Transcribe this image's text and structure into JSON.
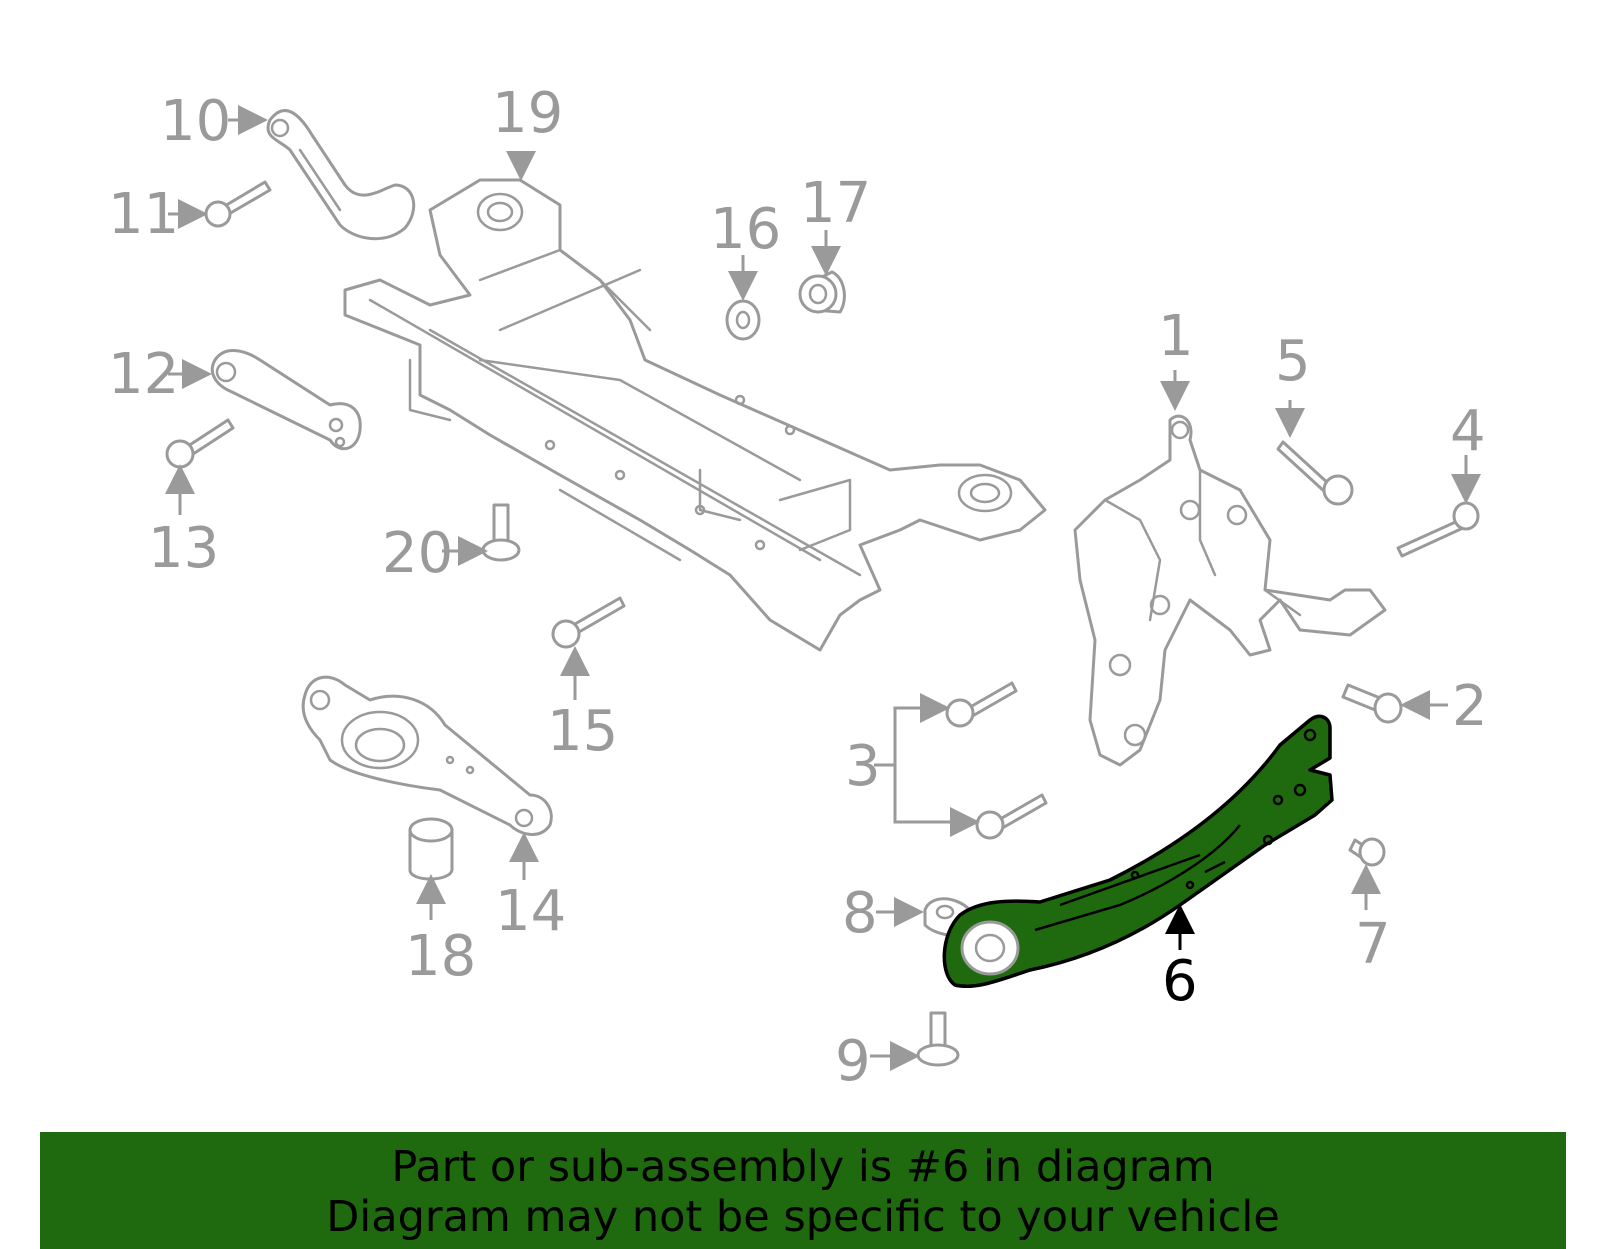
{
  "highlight_color": "#1f6a0e",
  "callouts": {
    "c1": "1",
    "c2": "2",
    "c3": "3",
    "c4": "4",
    "c5": "5",
    "c6": "6",
    "c7": "7",
    "c8": "8",
    "c9": "9",
    "c10": "10",
    "c11": "11",
    "c12": "12",
    "c13": "13",
    "c14": "14",
    "c15": "15",
    "c16": "16",
    "c17": "17",
    "c18": "18",
    "c19": "19",
    "c20": "20"
  },
  "highlighted_part": "6",
  "banner": {
    "line1": "Part or sub-assembly is #6 in diagram",
    "line2": "Diagram may not be specific to your vehicle"
  }
}
